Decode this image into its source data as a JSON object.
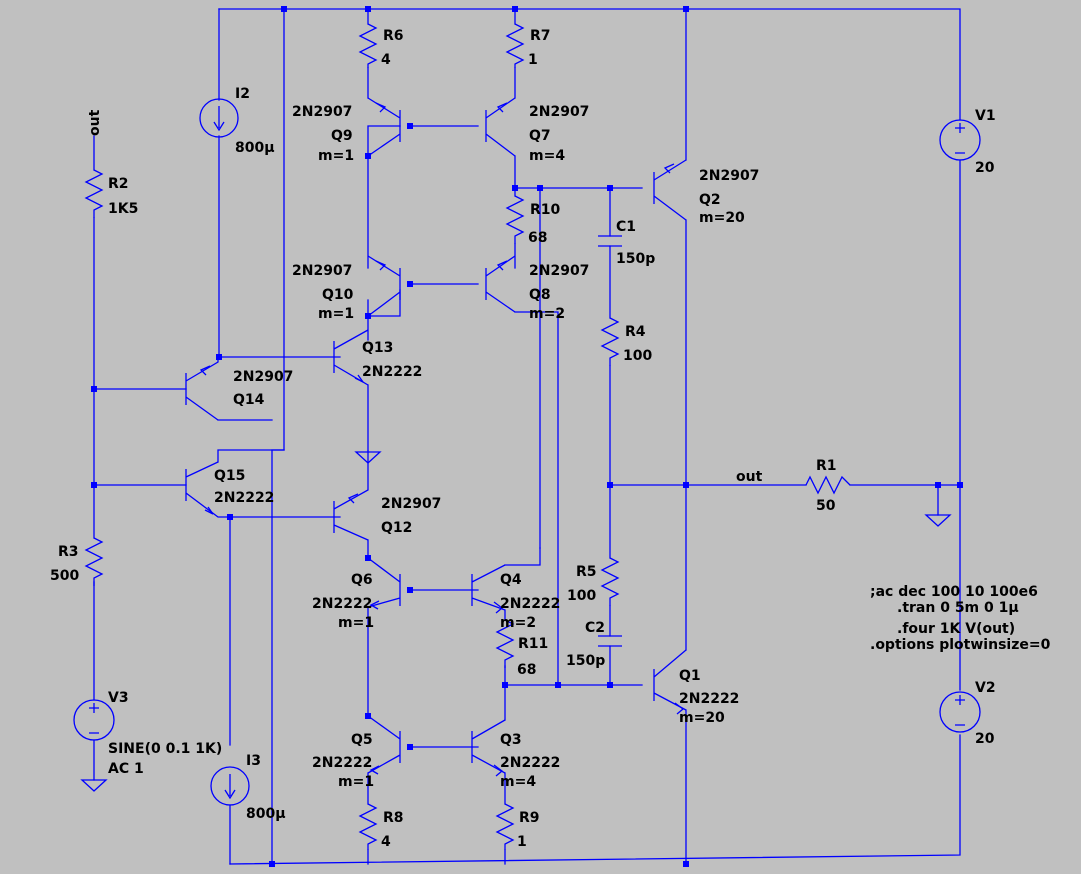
{
  "components": {
    "R6": {
      "name": "R6",
      "value": "4"
    },
    "R7": {
      "name": "R7",
      "value": "1"
    },
    "R10": {
      "name": "R10",
      "value": "68"
    },
    "R4": {
      "name": "R4",
      "value": "100"
    },
    "R5": {
      "name": "R5",
      "value": "100"
    },
    "R11": {
      "name": "R11",
      "value": "68"
    },
    "R8": {
      "name": "R8",
      "value": "4"
    },
    "R9": {
      "name": "R9",
      "value": "1"
    },
    "R1": {
      "name": "R1",
      "value": "50"
    },
    "R2": {
      "name": "R2",
      "value": "1K5"
    },
    "R3": {
      "name": "R3",
      "value": "500"
    },
    "C1": {
      "name": "C1",
      "value": "150p"
    },
    "C2": {
      "name": "C2",
      "value": "150p"
    },
    "I2": {
      "name": "I2",
      "value": "800µ"
    },
    "I3": {
      "name": "I3",
      "value": "800µ"
    },
    "V1": {
      "name": "V1",
      "value": "20"
    },
    "V2": {
      "name": "V2",
      "value": "20"
    },
    "V3": {
      "name": "V3",
      "value": "SINE(0 0.1 1K)",
      "value2": "AC 1"
    },
    "Q1": {
      "name": "Q1",
      "model": "2N2222",
      "m": "m=20"
    },
    "Q2": {
      "name": "Q2",
      "model": "2N2907",
      "m": "m=20"
    },
    "Q3": {
      "name": "Q3",
      "model": "2N2222",
      "m": "m=4"
    },
    "Q4": {
      "name": "Q4",
      "model": "2N2222",
      "m": "m=2"
    },
    "Q5": {
      "name": "Q5",
      "model": "2N2222",
      "m": "m=1"
    },
    "Q6": {
      "name": "Q6",
      "model": "2N2222",
      "m": "m=1"
    },
    "Q7": {
      "name": "Q7",
      "model": "2N2907",
      "m": "m=4"
    },
    "Q8": {
      "name": "Q8",
      "model": "2N2907",
      "m": "m=2"
    },
    "Q9": {
      "name": "Q9",
      "model": "2N2907",
      "m": "m=1"
    },
    "Q10": {
      "name": "Q10",
      "model": "2N2907",
      "m": "m=1"
    },
    "Q12": {
      "name": "Q12",
      "model": "2N2907"
    },
    "Q13": {
      "name": "Q13",
      "model": "2N2222"
    },
    "Q14": {
      "name": "Q14",
      "model": "2N2907"
    },
    "Q15": {
      "name": "Q15",
      "model": "2N2222"
    }
  },
  "net_labels": {
    "out_left": "out",
    "out_right": "out"
  },
  "spice_directives": [
    ";ac dec 100 10 100e6",
    ".tran 0 5m 0 1µ",
    ".four 1K V(out)",
    ".options plotwinsize=0"
  ]
}
